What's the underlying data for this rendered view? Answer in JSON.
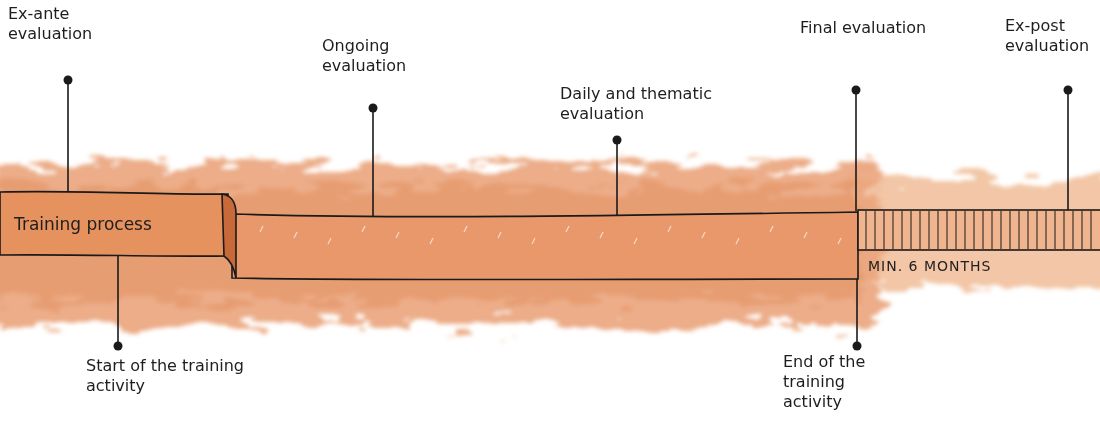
{
  "diagram": {
    "nodes": [
      {
        "text": [
          "Training process"
        ]
      },
      {
        "text": [
          "MIN. 6 MONTHS"
        ]
      }
    ],
    "labels": [
      "Ex-ante evaluation",
      "Start of the training activity",
      "Ongoing evaluation",
      "Daily and thematic evaluation",
      "Final evaluation",
      "End of the training activity",
      "Ex-post evaluation"
    ]
  }
}
